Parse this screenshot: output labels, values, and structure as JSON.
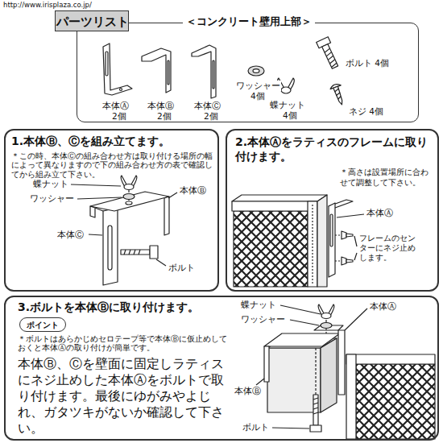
{
  "diagram": {
    "nodes": [
      {
        "text": [
          "パーツリスト"
        ]
      },
      {
        "text": [
          "＜コンクリート壁用上部＞"
        ]
      },
      {
        "text": [
          "1.本体Ⓑ、Ⓒを組み立てます。",
          "＊この時、本体Ⓒの組み合わせ方は取り付ける場所の幅によって異なりますので下の組み合わせ方の表で確認してから組み立て下さい。"
        ]
      },
      {
        "text": [
          "2.本体Ⓐをラティスのフレームに取り付けます。",
          "＊高さは設置場所に合わせて調整して下さい。"
        ]
      },
      {
        "text": [
          "3.ボルトを本体Ⓑに取り付けます。",
          "＊ボルトはあらかじめセロテープ等で本体Ⓑに仮止めしておくと本体Ⓐの取り付けが簡単です。",
          "本体Ⓑ、Ⓒを壁面に固定しラティスにネジ止めした本体Ⓐをボルトで取り付けます。最後にゆがみやよじれ、ガタツキがないか確認して下さい。"
        ]
      },
      {
        "text": [
          "ポイント"
        ],
        "in": 4
      }
    ],
    "labels": [
      "http://www.irisplaza.co.jp/",
      "本体Ⓐ",
      "2個",
      "本体Ⓑ",
      "2個",
      "本体Ⓒ",
      "2個",
      "ワッシャー",
      "4個",
      "蝶ナット",
      "4個",
      "ボルト 4個",
      "ネジ 4個",
      "蝶ナット",
      "ワッシャー",
      "本体Ⓑ",
      "本体Ⓒ",
      "ボルト",
      "本体Ⓐ",
      "フレームのセンターにネジ止めします。",
      "蝶ナット",
      "ワッシャー",
      "本体Ⓐ",
      "本体Ⓑ",
      "ボルト"
    ]
  }
}
